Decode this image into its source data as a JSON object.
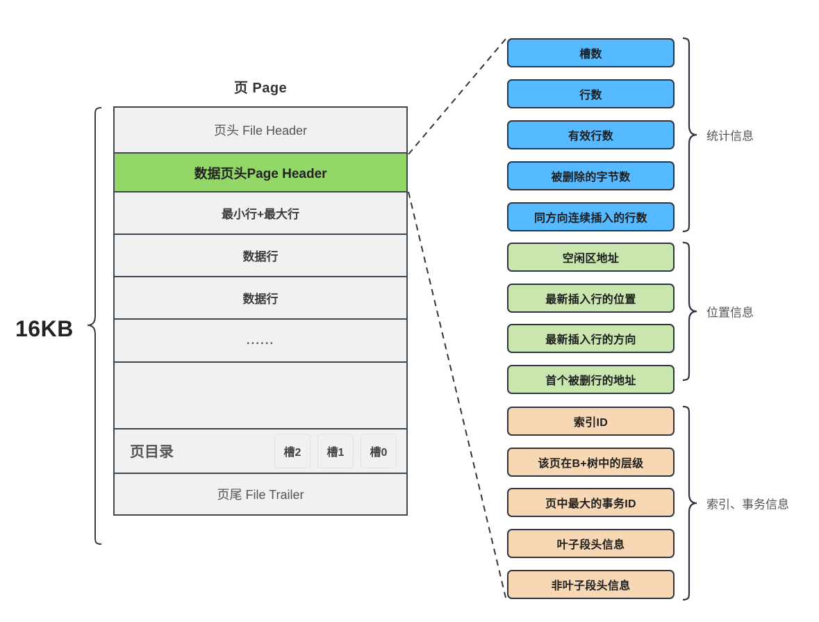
{
  "diagram": {
    "title": "页 Page",
    "size_label": "16KB"
  },
  "page_rows": [
    {
      "label": "页头 File Header",
      "style": "light"
    },
    {
      "label": "数据页头Page Header",
      "style": "highlight"
    },
    {
      "label": "最小行+最大行",
      "style": "bold"
    },
    {
      "label": "数据行",
      "style": "bold"
    },
    {
      "label": "数据行",
      "style": "bold"
    },
    {
      "label": "......",
      "style": "dots"
    },
    {
      "label": "",
      "style": "empty"
    },
    {
      "label": "页目录",
      "style": "directory"
    },
    {
      "label": "页尾 File Trailer",
      "style": "light"
    }
  ],
  "slots": [
    {
      "label": "槽2"
    },
    {
      "label": "槽1"
    },
    {
      "label": "槽0"
    }
  ],
  "groups": [
    {
      "name": "统计信息",
      "color": "#55baff",
      "items": [
        {
          "label": "槽数"
        },
        {
          "label": "行数"
        },
        {
          "label": "有效行数"
        },
        {
          "label": "被删除的字节数"
        },
        {
          "label": "同方向连续插入的行数"
        }
      ]
    },
    {
      "name": "位置信息",
      "color": "#c8e6ae",
      "items": [
        {
          "label": "空闲区地址"
        },
        {
          "label": "最新插入行的位置"
        },
        {
          "label": "最新插入行的方向"
        },
        {
          "label": "首个被删行的地址"
        }
      ]
    },
    {
      "name": "索引、事务信息",
      "color": "#f7d7b4",
      "items": [
        {
          "label": "索引ID"
        },
        {
          "label": "该页在B+树中的层级"
        },
        {
          "label": "页中最大的事务ID"
        },
        {
          "label": "叶子段头信息"
        },
        {
          "label": "非叶子段头信息"
        }
      ]
    }
  ],
  "colors": {
    "page_header_highlight": "#92d767",
    "row_background": "#f1f1f1",
    "border": "#3b4754",
    "stats_blue": "#55baff",
    "position_green": "#c8e6ae",
    "index_orange": "#f7d7b4"
  }
}
